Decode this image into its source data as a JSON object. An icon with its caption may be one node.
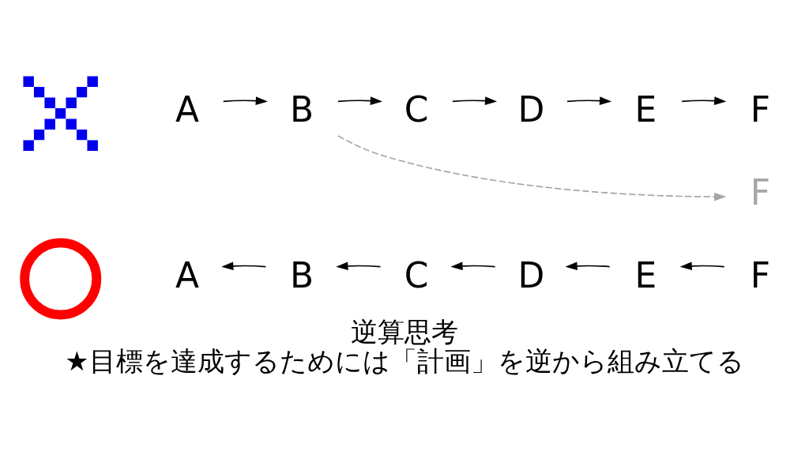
{
  "diagram": {
    "title": "逆算思考",
    "caption": "★目標を達成するためには「計画」を逆から組み立てる",
    "nodes": [
      {
        "text": [],
        "shape": "cross"
      },
      {
        "text": [
          "A"
        ]
      },
      {
        "text": [
          "B"
        ]
      },
      {
        "text": [
          "C"
        ]
      },
      {
        "text": [
          "D"
        ]
      },
      {
        "text": [
          "E"
        ]
      },
      {
        "text": [
          "F"
        ]
      },
      {
        "text": [
          "F"
        ]
      },
      {
        "text": [],
        "shape": "circle"
      },
      {
        "text": [
          "A"
        ]
      },
      {
        "text": [
          "B"
        ]
      },
      {
        "text": [
          "C"
        ]
      },
      {
        "text": [
          "D"
        ]
      },
      {
        "text": [
          "E"
        ]
      },
      {
        "text": [
          "F"
        ]
      }
    ],
    "edges": [
      {
        "from": 1,
        "to": 2,
        "arrow": "to"
      },
      {
        "from": 2,
        "to": 6,
        "arrow": "to",
        "style": "dashed",
        "color": "#a6a6a6"
      },
      {
        "from": 2,
        "to": 3,
        "arrow": "to"
      },
      {
        "from": 3,
        "to": 4,
        "arrow": "to"
      },
      {
        "from": 4,
        "to": 5,
        "arrow": "to"
      },
      {
        "from": 5,
        "to": 7,
        "arrow": "to"
      },
      {
        "from": 10,
        "to": 9,
        "arrow": "to"
      },
      {
        "from": 11,
        "to": 10,
        "arrow": "to"
      },
      {
        "from": 12,
        "to": 11,
        "arrow": "to"
      },
      {
        "from": 13,
        "to": 12,
        "arrow": "to"
      },
      {
        "from": 14,
        "to": 13,
        "arrow": "to"
      }
    ]
  }
}
